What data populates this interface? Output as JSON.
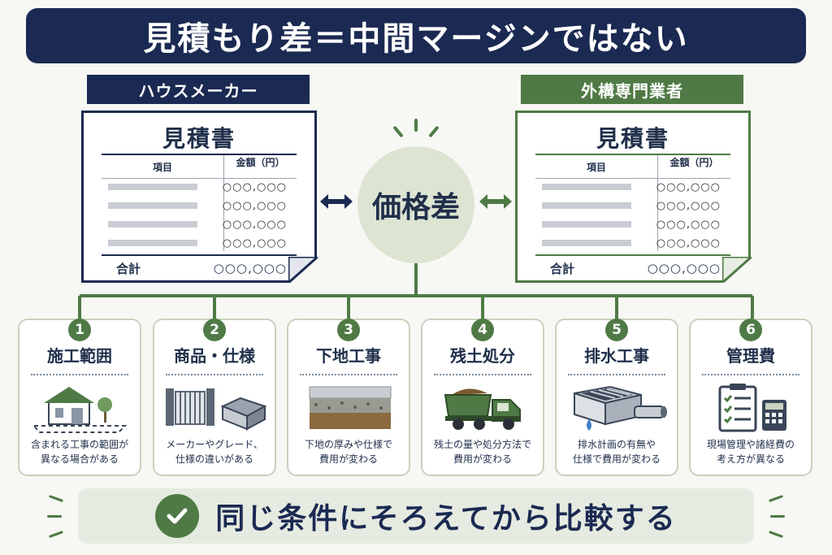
{
  "title": "見積もり差＝中間マージンではない",
  "left": {
    "label": "ハウスメーカー",
    "doc_title": "見積書",
    "col_item": "項目",
    "col_amount": "金額（円）",
    "amounts": [
      "○○○,○○○",
      "○○○,○○○",
      "○○○,○○○",
      "○○○,○○○"
    ],
    "total_label": "合計",
    "total_amount": "○○○,○○○"
  },
  "right": {
    "label": "外構専門業者",
    "doc_title": "見積書",
    "col_item": "項目",
    "col_amount": "金額（円）",
    "amounts": [
      "○○○,○○○",
      "○○○,○○○",
      "○○○,○○○",
      "○○○,○○○"
    ],
    "total_label": "合計",
    "total_amount": "○○○,○○○"
  },
  "center": "価格差",
  "cards": [
    {
      "num": "1",
      "title": "施工範囲",
      "desc1": "含まれる工事の範囲が",
      "desc2": "異なる場合がある",
      "icon": "house-icon"
    },
    {
      "num": "2",
      "title": "商品・仕様",
      "desc1": "メーカーやグレード、",
      "desc2": "仕様の違いがある",
      "icon": "gate-and-blocks-icon"
    },
    {
      "num": "3",
      "title": "下地工事",
      "desc1": "下地の厚みや仕様で",
      "desc2": "費用が変わる",
      "icon": "ground-layers-icon"
    },
    {
      "num": "4",
      "title": "残土処分",
      "desc1": "残土の量や処分方法で",
      "desc2": "費用が変わる",
      "icon": "dump-truck-icon"
    },
    {
      "num": "5",
      "title": "排水工事",
      "desc1": "排水計画の有無や",
      "desc2": "仕様で費用が変わる",
      "icon": "drain-icon"
    },
    {
      "num": "6",
      "title": "管理費",
      "desc1": "現場管理や諸経費の",
      "desc2": "考え方が異なる",
      "icon": "clipboard-calculator-icon"
    }
  ],
  "banner": "同じ条件にそろえてから比較する",
  "colors": {
    "navy": "#1b2a52",
    "green": "#4f7a45",
    "light_green": "#dde4d2"
  }
}
